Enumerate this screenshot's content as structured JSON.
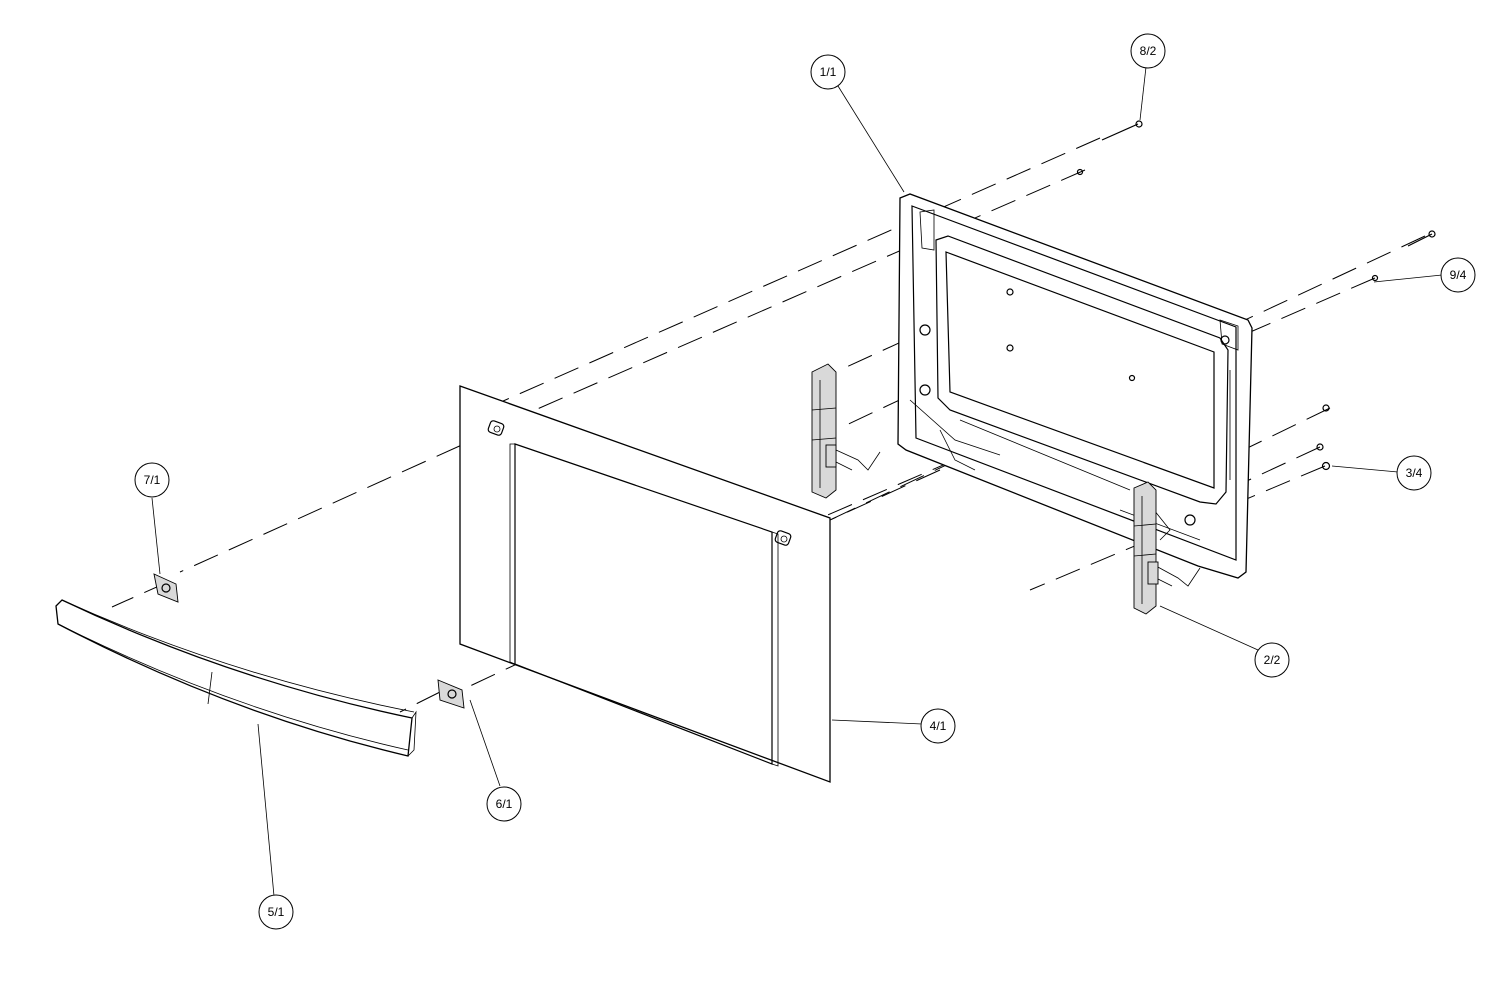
{
  "callouts": {
    "c1": "1/1",
    "c2": "8/2",
    "c3": "9/4",
    "c4": "3/4",
    "c5": "2/2",
    "c6": "4/1",
    "c7": "7/1",
    "c8": "6/1",
    "c9": "5/1"
  }
}
